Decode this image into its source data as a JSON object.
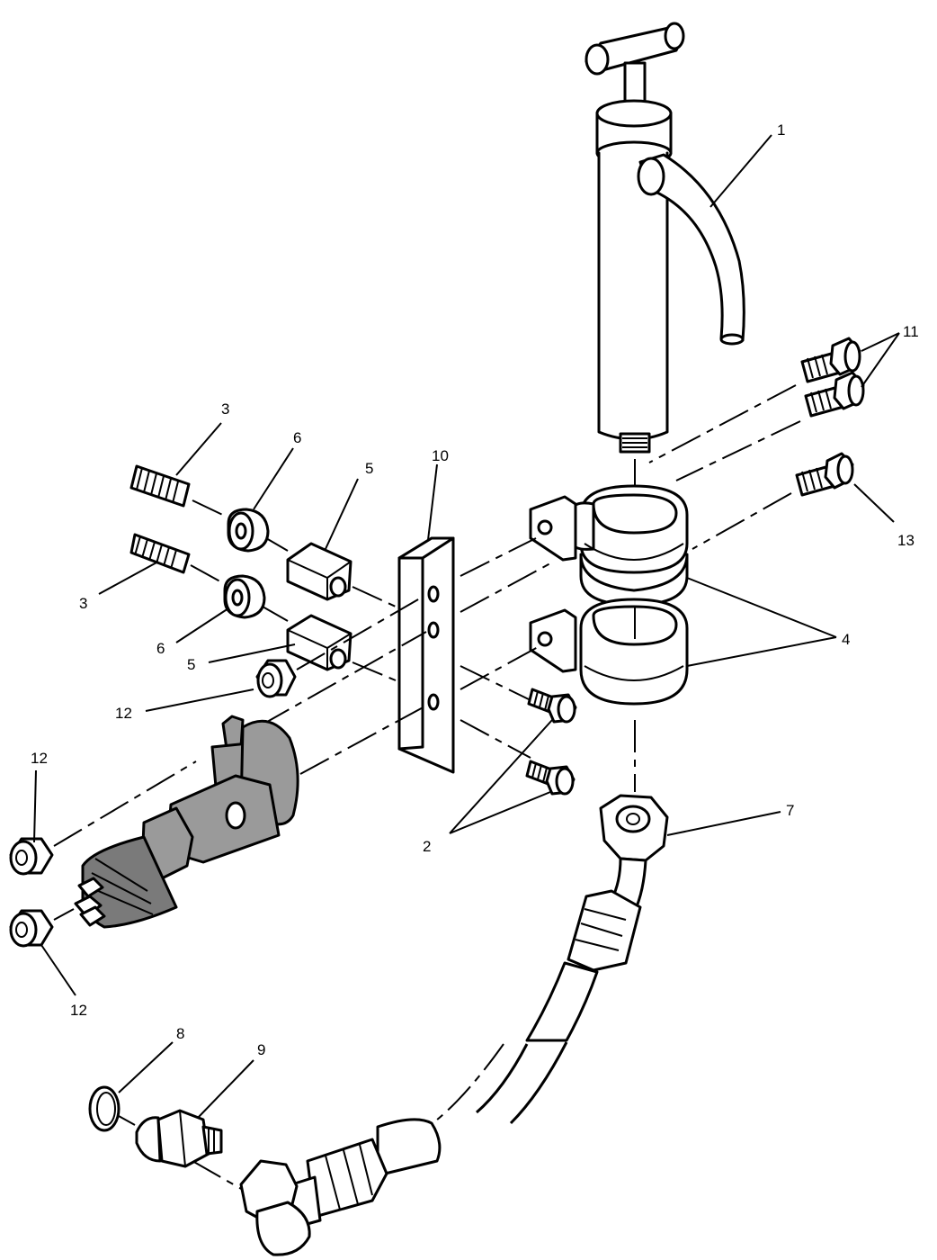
{
  "callouts": {
    "c1": "1",
    "c2": "2",
    "c3a": "3",
    "c3b": "3",
    "c4": "4",
    "c5a": "5",
    "c5b": "5",
    "c6a": "6",
    "c6b": "6",
    "c7": "7",
    "c8": "8",
    "c9": "9",
    "c10": "10",
    "c11": "11",
    "c12a": "12",
    "c12b": "12",
    "c12c": "12",
    "c13": "13"
  }
}
